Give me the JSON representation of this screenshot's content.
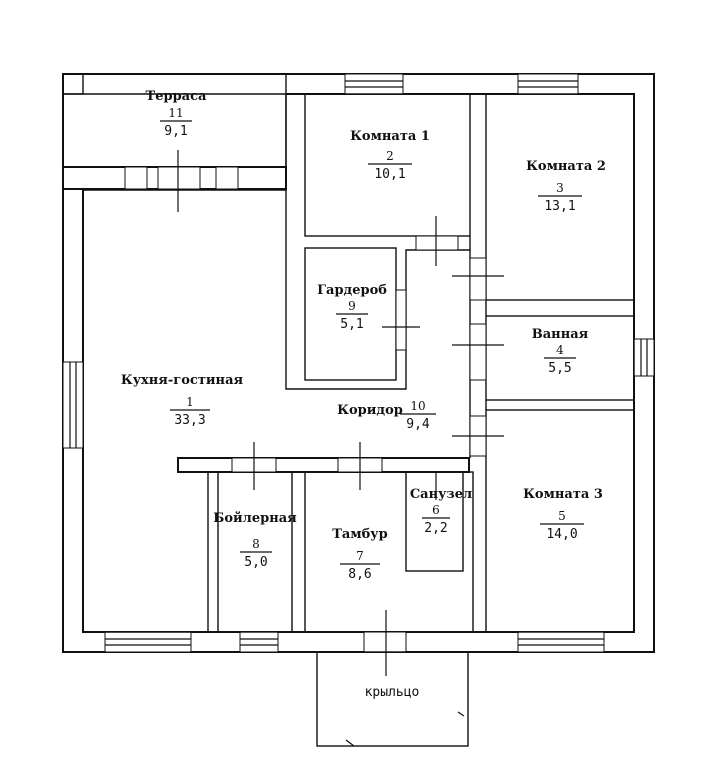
{
  "rooms": [
    {
      "id": "terrace",
      "name": "Терраса",
      "number": "11",
      "area": "9,1"
    },
    {
      "id": "room1",
      "name": "Комната 1",
      "number": "2",
      "area": "10,1"
    },
    {
      "id": "room2",
      "name": "Комната 2",
      "number": "3",
      "area": "13,1"
    },
    {
      "id": "wardrobe",
      "name": "Гардероб",
      "number": "9",
      "area": "5,1"
    },
    {
      "id": "bathroom",
      "name": "Ванная",
      "number": "4",
      "area": "5,5"
    },
    {
      "id": "kitchen",
      "name": "Кухня-гостиная",
      "number": "1",
      "area": "33,3"
    },
    {
      "id": "corridor",
      "name": "Коридор",
      "number": "10",
      "area": "9,4"
    },
    {
      "id": "wc",
      "name": "Санузел",
      "number": "6",
      "area": "2,2"
    },
    {
      "id": "room3",
      "name": "Комната 3",
      "number": "5",
      "area": "14,0"
    },
    {
      "id": "boiler",
      "name": "Бойлерная",
      "number": "8",
      "area": "5,0"
    },
    {
      "id": "vestibule",
      "name": "Тамбур",
      "number": "7",
      "area": "8,6"
    }
  ],
  "porch": {
    "label": "крыльцо"
  }
}
